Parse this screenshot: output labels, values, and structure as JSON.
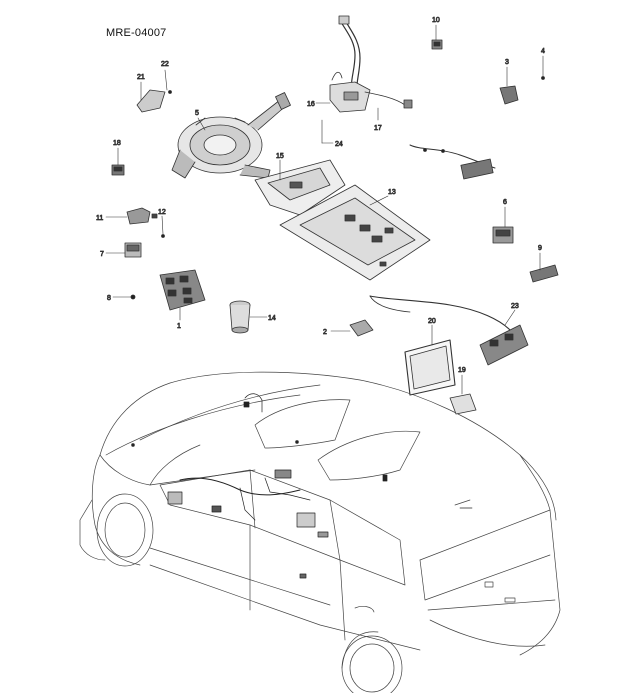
{
  "diagram": {
    "code": "MRE-04007",
    "callouts": [
      {
        "id": "c1",
        "label": "1"
      },
      {
        "id": "c2",
        "label": "2"
      },
      {
        "id": "c3",
        "label": "3"
      },
      {
        "id": "c4",
        "label": "4"
      },
      {
        "id": "c5",
        "label": "5"
      },
      {
        "id": "c6",
        "label": "6"
      },
      {
        "id": "c7",
        "label": "7"
      },
      {
        "id": "c8",
        "label": "8"
      },
      {
        "id": "c9",
        "label": "9"
      },
      {
        "id": "c10",
        "label": "10"
      },
      {
        "id": "c11",
        "label": "11"
      },
      {
        "id": "c12",
        "label": "12"
      },
      {
        "id": "c13",
        "label": "13"
      },
      {
        "id": "c14",
        "label": "14"
      },
      {
        "id": "c15",
        "label": "15"
      },
      {
        "id": "c16",
        "label": "16"
      },
      {
        "id": "c17",
        "label": "17"
      },
      {
        "id": "c18",
        "label": "18"
      },
      {
        "id": "c19",
        "label": "19"
      },
      {
        "id": "c20",
        "label": "20"
      },
      {
        "id": "c21",
        "label": "21"
      },
      {
        "id": "c22",
        "label": "22"
      },
      {
        "id": "c23",
        "label": "23"
      },
      {
        "id": "c24",
        "label": "24"
      }
    ]
  }
}
